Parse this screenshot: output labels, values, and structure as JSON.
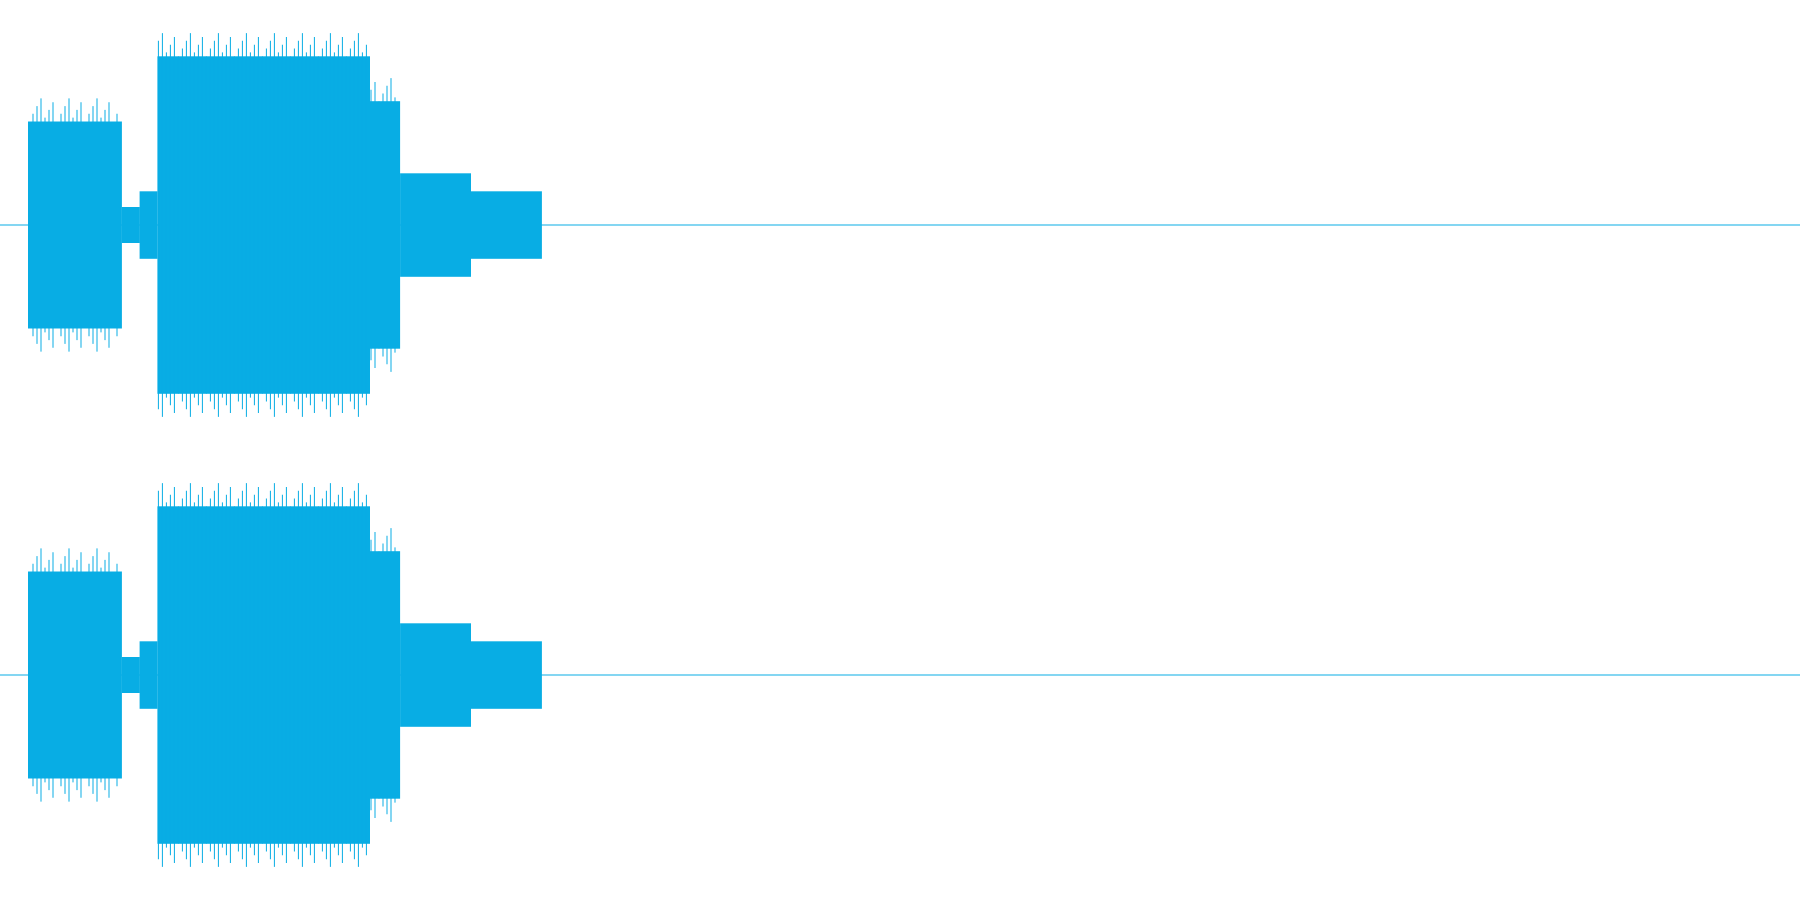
{
  "waveform": {
    "color": "#08ade4",
    "channels": [
      {
        "segments": [
          {
            "start": 0.0,
            "end": 0.053,
            "amplitude": 0.46
          },
          {
            "start": 0.053,
            "end": 0.063,
            "amplitude": 0.08
          },
          {
            "start": 0.063,
            "end": 0.073,
            "amplitude": 0.15
          },
          {
            "start": 0.073,
            "end": 0.193,
            "amplitude": 0.75
          },
          {
            "start": 0.193,
            "end": 0.21,
            "amplitude": 0.55
          },
          {
            "start": 0.21,
            "end": 0.25,
            "amplitude": 0.23
          },
          {
            "start": 0.25,
            "end": 0.29,
            "amplitude": 0.15
          }
        ]
      },
      {
        "segments": [
          {
            "start": 0.0,
            "end": 0.053,
            "amplitude": 0.46
          },
          {
            "start": 0.053,
            "end": 0.063,
            "amplitude": 0.08
          },
          {
            "start": 0.063,
            "end": 0.073,
            "amplitude": 0.15
          },
          {
            "start": 0.073,
            "end": 0.193,
            "amplitude": 0.75
          },
          {
            "start": 0.193,
            "end": 0.21,
            "amplitude": 0.55
          },
          {
            "start": 0.21,
            "end": 0.25,
            "amplitude": 0.23
          },
          {
            "start": 0.25,
            "end": 0.29,
            "amplitude": 0.15
          }
        ]
      }
    ]
  }
}
